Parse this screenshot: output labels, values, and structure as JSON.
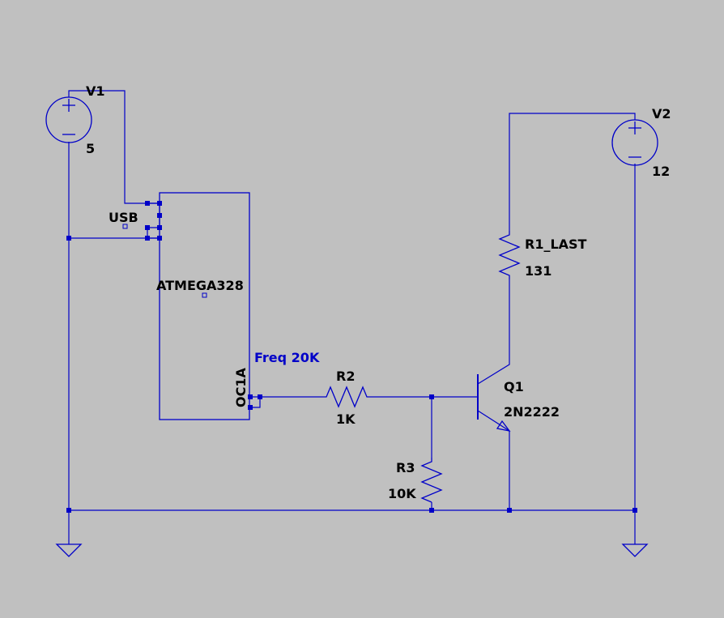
{
  "colors": {
    "background": "#c0c0c0",
    "wire": "#0000c8",
    "label": "#000000",
    "annotation": "#0000c8"
  },
  "components": {
    "v1": {
      "ref": "V1",
      "value": "5"
    },
    "v2": {
      "ref": "V2",
      "value": "12"
    },
    "r1": {
      "ref": "R1_LAST",
      "value": "131"
    },
    "r2": {
      "ref": "R2",
      "value": "1K"
    },
    "r3": {
      "ref": "R3",
      "value": "10K"
    },
    "q1": {
      "ref": "Q1",
      "value": "2N2222"
    },
    "mcu": {
      "name": "ATMEGA328",
      "usb_label": "USB",
      "pin_label": "OC1A"
    }
  },
  "annotations": {
    "freq": "Freq 20K"
  },
  "source_signs": {
    "plus": "+",
    "minus": "−"
  }
}
